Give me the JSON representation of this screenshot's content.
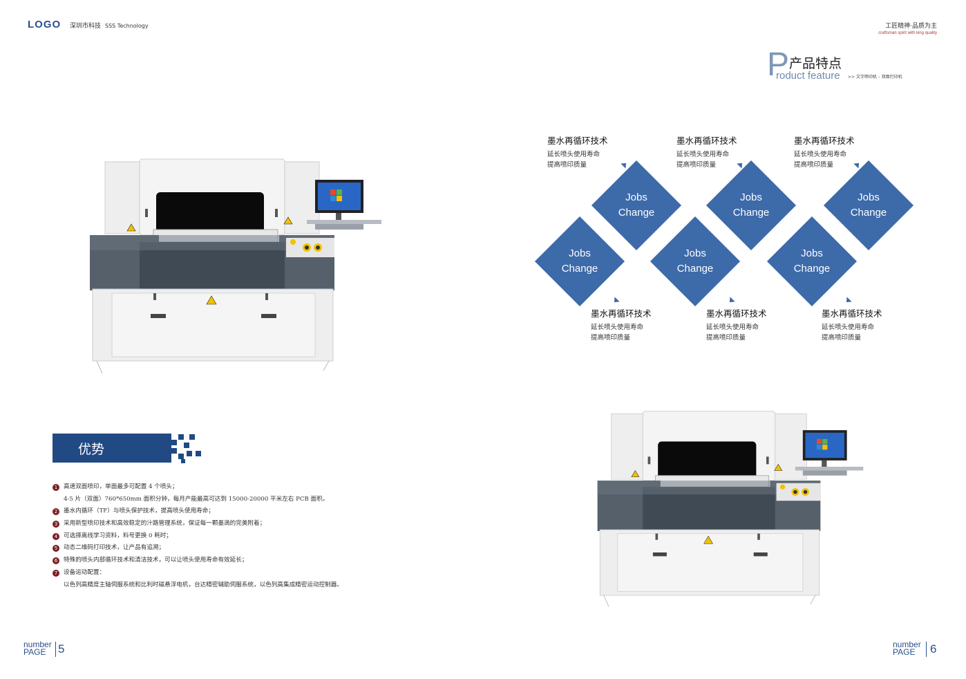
{
  "header": {
    "logo": "LOGO",
    "company_cn": "深圳市科技",
    "company_en": "SSS Technology",
    "slogan_cn": "工匠精神·品质为主",
    "slogan_en": "craftsman spirit with king quality"
  },
  "product_feature": {
    "big_letter": "P",
    "title_cn": "产品特点",
    "title_en": "roduct feature",
    "subtitle": ">>  文字喷印机 – 双面打印机"
  },
  "diamonds": [
    {
      "line1": "Jobs",
      "line2": "Change"
    },
    {
      "line1": "Jobs",
      "line2": "Change"
    },
    {
      "line1": "Jobs",
      "line2": "Change"
    },
    {
      "line1": "Jobs",
      "line2": "Change"
    },
    {
      "line1": "Jobs",
      "line2": "Change"
    },
    {
      "line1": "Jobs",
      "line2": "Change"
    }
  ],
  "features_top": [
    {
      "title": "墨水再循环技术",
      "line1": "延长喷头使用寿命",
      "line2": "提高喷印质量"
    },
    {
      "title": "墨水再循环技术",
      "line1": "延长喷头使用寿命",
      "line2": "提高喷印质量"
    },
    {
      "title": "墨水再循环技术",
      "line1": "延长喷头使用寿命",
      "line2": "提高喷印质量"
    }
  ],
  "features_bottom": [
    {
      "title": "墨水再循环技术",
      "line1": "延长喷头使用寿命",
      "line2": "提高喷印质量"
    },
    {
      "title": "墨水再循环技术",
      "line1": "延长喷头使用寿命",
      "line2": "提高喷印质量"
    },
    {
      "title": "墨水再循环技术",
      "line1": "延长喷头使用寿命",
      "line2": "提高喷印质量"
    }
  ],
  "advantage": {
    "title": "优势",
    "items": [
      {
        "num": "1",
        "text": "高速双面喷印，单面最多可配置 4 个喷头；"
      },
      {
        "num": "",
        "text": "4-5 片（双面）760*650mm 面积分钟，每月产能最高可达到 15000-20000 平米左右 PCB 面积。"
      },
      {
        "num": "2",
        "text": "墨水内循环（TF）与喷头保护技术，提高喷头使用寿命；"
      },
      {
        "num": "3",
        "text": "采用新型喷印技术和高效稳定的汁路管理系统，保证每一颗墨滴的完美附着；"
      },
      {
        "num": "4",
        "text": "可选择离线学习资料，料号更换 0 耗时；"
      },
      {
        "num": "5",
        "text": "动态二维码打印技术，让产品有追溯；"
      },
      {
        "num": "6",
        "text": "特殊的喷头内部循环技术和清洁技术，可以让喷头使用寿命有效延长；"
      },
      {
        "num": "7",
        "text": "设备运动配置："
      },
      {
        "num": "",
        "text": "以色列高精度主轴伺服系统和比利时磁悬浮电机，台达精密辅助伺服系统，以色列高集成精密运动控制器。"
      }
    ]
  },
  "page_left": {
    "word1": "number",
    "word2": "PAGE",
    "num": "5"
  },
  "page_right": {
    "word1": "number",
    "word2": "PAGE",
    "num": "6"
  },
  "colors": {
    "brand_blue": "#214a85",
    "diamond_blue": "#3d6aa9",
    "accent_red": "#7a1e22"
  }
}
